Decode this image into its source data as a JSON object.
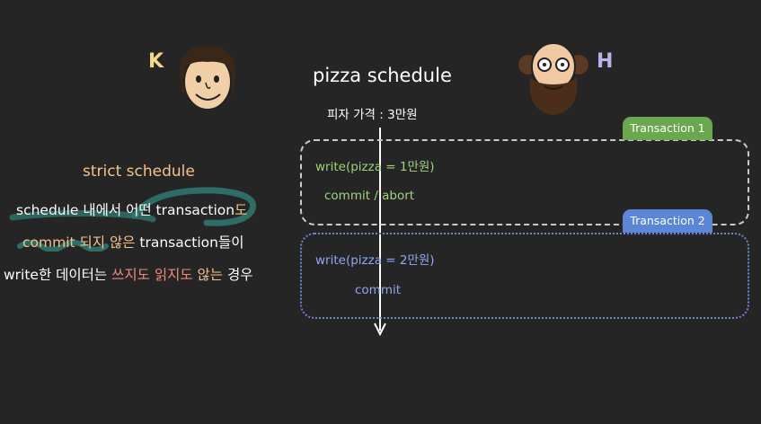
{
  "personas": {
    "k": {
      "letter": "K",
      "color": "#f4d98a"
    },
    "h": {
      "letter": "H",
      "color": "#b9b3ea"
    }
  },
  "title": "pizza schedule",
  "price_label": "피자 가격 : 3만원",
  "strict": {
    "title": "strict schedule",
    "line1": {
      "a": "schedule 내에서 어떤 transaction",
      "b": "도"
    },
    "line2": {
      "a": "commit 되지 않은",
      "b": " transaction들이"
    },
    "line3": {
      "a": "write한 데이터는 ",
      "b": "쓰지도 읽지도",
      "c": " 않는",
      "d": " 경우"
    }
  },
  "transactions": [
    {
      "tab": "Transaction 1",
      "ops": [
        "write(pizza = 1만원)",
        "commit / abort"
      ],
      "color": "#9fd37c"
    },
    {
      "tab": "Transaction 2",
      "ops": [
        "write(pizza = 2만원)",
        "commit"
      ],
      "color": "#8fa8f0"
    }
  ],
  "colors": {
    "title_orange": "#f6c28b",
    "highlight_red": "#f0887a",
    "teal_scribble": "#2f7a72"
  }
}
